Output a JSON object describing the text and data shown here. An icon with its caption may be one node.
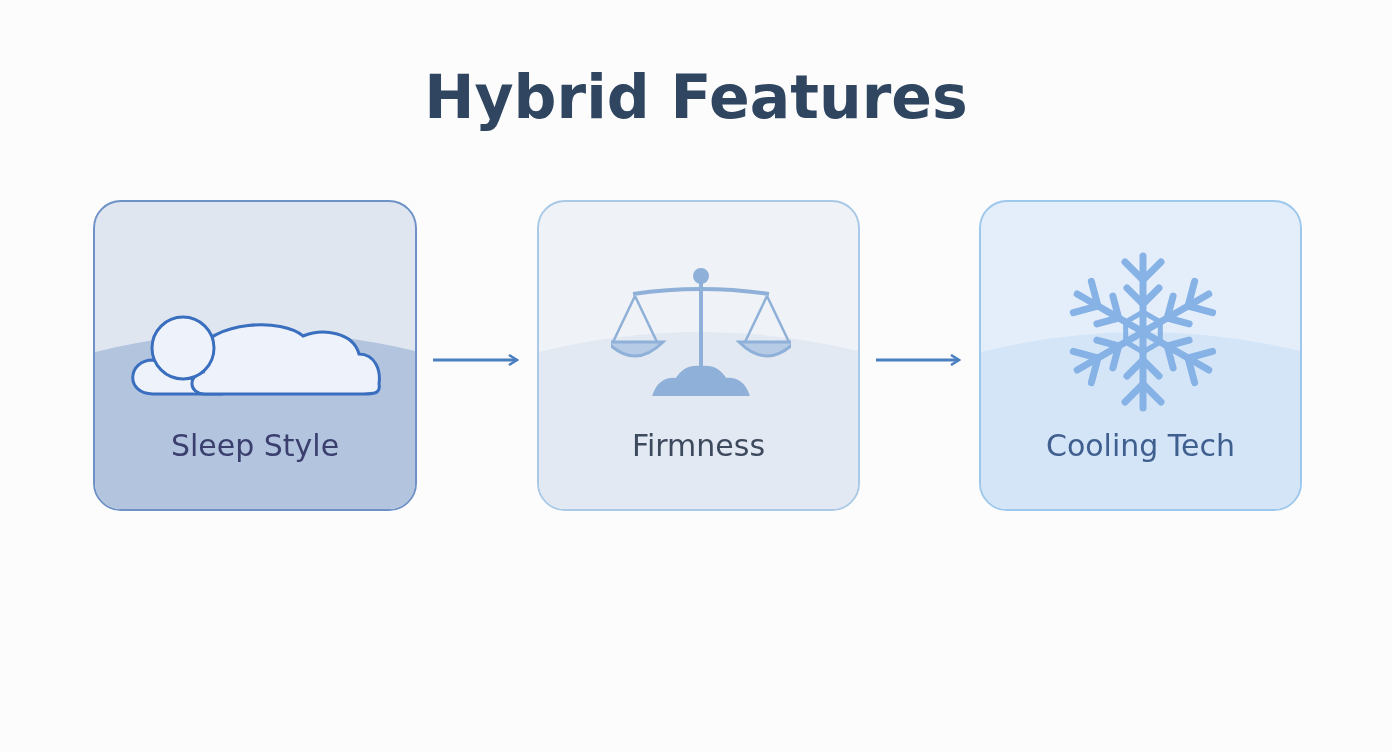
{
  "diagram": {
    "title": "Hybrid Features",
    "nodes": [
      {
        "text": [
          "Sleep Style"
        ]
      },
      {
        "text": [
          "Firmness"
        ]
      },
      {
        "text": [
          "Cooling Tech"
        ]
      }
    ],
    "edges": [
      {
        "from": 0,
        "to": 1,
        "arrow": "to"
      },
      {
        "from": 1,
        "to": 2,
        "arrow": "to"
      }
    ]
  }
}
